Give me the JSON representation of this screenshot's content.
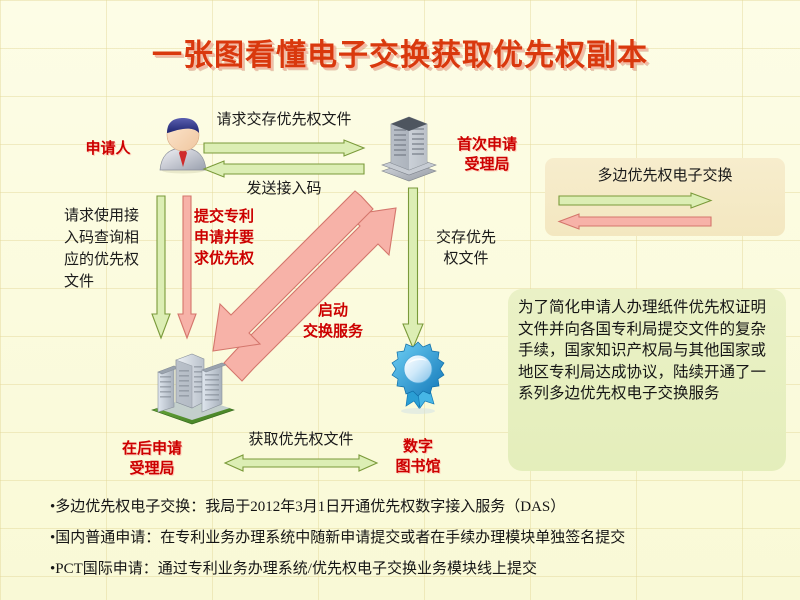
{
  "title": "一张图看懂电子交换获取优先权副本",
  "nodes": {
    "applicant": "申请人",
    "first_office_line1": "首次申请",
    "first_office_line2": "受理局",
    "later_office_line1": "在后申请",
    "later_office_line2": "受理局",
    "library_line1": "数字",
    "library_line2": "图书馆"
  },
  "flows": {
    "request_deposit": "请求交存优先权文件",
    "send_access_code": "发送接入码",
    "query_with_code": "请求使用接入码查询相应的优先权文件",
    "submit_application": "提交专利申请并要求优先权",
    "start_exchange_l1": "启动",
    "start_exchange_l2": "交换服务",
    "deposit_priority_l1": "交存优先",
    "deposit_priority_l2": "权文件",
    "obtain_priority": "获取优先权文件"
  },
  "legend": {
    "title": "多边优先权电子交换"
  },
  "info_box": {
    "text": "为了简化申请人办理纸件优先权证明文件并向各国专利局提交文件的复杂手续，国家知识产权局与其他国家或地区专利局达成协议，陆续开通了一系列多边优先权电子交换服务"
  },
  "bullets": [
    "多边优先权电子交换：我局于2012年3月1日开通优先权数字接入服务（DAS）",
    "国内普通申请：在专利业务办理系统中随新申请提交或者在手续办理模块单独签名提交",
    "PCT国际申请：通过专利业务办理系统/优先权电子交换业务模块线上提交"
  ],
  "bullet_marker": "•",
  "colors": {
    "title_red": "#d9380d",
    "label_red": "#cc0000",
    "green_arrow_fill": "#dceeb4",
    "green_arrow_stroke": "#7a9a3a",
    "red_arrow_fill": "#f7b2a8",
    "red_arrow_stroke": "#d4766c",
    "background": "#fbfbdf",
    "legend_box": "#f4e8c4",
    "info_box": "#e7f0c0"
  },
  "icons": {
    "applicant": "person-icon",
    "first_office": "office-building-icon",
    "later_office": "office-buildings-icon",
    "library": "award-ribbon-icon"
  }
}
